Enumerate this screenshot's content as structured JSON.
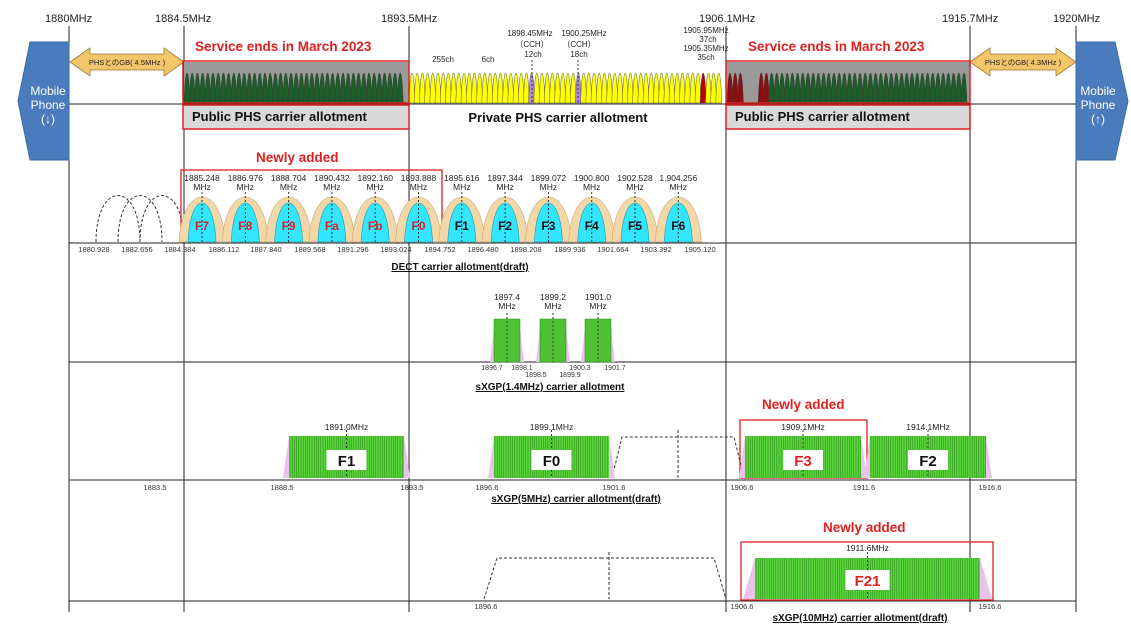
{
  "top_freqs": [
    "1880MHz",
    "1884.5MHz",
    "1893.5MHz",
    "1906.1MHz",
    "1915.7MHz",
    "1920MHz"
  ],
  "mobile_left": {
    "line1": "Mobile",
    "line2": "Phone",
    "line3": "(↓)"
  },
  "mobile_right": {
    "line1": "Mobile",
    "line2": "Phone",
    "line3": "(↑)"
  },
  "guard_left": "PHSとのGB( 4.5MHz )",
  "guard_right": "PHSとのGB( 4.3MHz )",
  "service_end_left": "Service ends in March 2023",
  "service_end_right": "Service ends in March 2023",
  "public_left": "Public PHS carrier allotment",
  "public_right": "Public PHS carrier allotment",
  "private": "Private PHS carrier allotment",
  "phs_channels": [
    {
      "label": "255ch"
    },
    {
      "label": "6ch"
    },
    {
      "freq": "1898.45MHz",
      "sub": "（CCH）",
      "ch": "12ch"
    },
    {
      "freq": "1900.25MHz",
      "sub": "（CCH）",
      "ch": "18ch"
    },
    {
      "freq": "1905.95MHz",
      "ch": "37ch"
    },
    {
      "freq": "1905.35MHz",
      "ch": "35ch"
    }
  ],
  "dect": {
    "newly_added": "Newly added",
    "carriers": [
      {
        "name": "F7",
        "freq": "1885.248",
        "unit": "MHz",
        "new": true
      },
      {
        "name": "F8",
        "freq": "1886.976",
        "unit": "MHz",
        "new": true
      },
      {
        "name": "F9",
        "freq": "1888.704",
        "unit": "MHz",
        "new": true
      },
      {
        "name": "Fa",
        "freq": "1890.432",
        "unit": "MHz",
        "new": true
      },
      {
        "name": "Fb",
        "freq": "1892.160",
        "unit": "MHz",
        "new": true
      },
      {
        "name": "F0",
        "freq": "1893.888",
        "unit": "MHz",
        "new": true
      },
      {
        "name": "F1",
        "freq": "1895.616",
        "unit": "MHz",
        "new": false
      },
      {
        "name": "F2",
        "freq": "1897.344",
        "unit": "MHz",
        "new": false
      },
      {
        "name": "F3",
        "freq": "1899.072",
        "unit": "MHz",
        "new": false
      },
      {
        "name": "F4",
        "freq": "1900.800",
        "unit": "MHz",
        "new": false
      },
      {
        "name": "F5",
        "freq": "1902.528",
        "unit": "MHz",
        "new": false
      },
      {
        "name": "F6",
        "freq": "1,904.256",
        "unit": "MHz",
        "new": false
      }
    ],
    "edges": [
      "1880.928",
      "1882.656",
      "1884.384",
      "1886.112",
      "1887.840",
      "1889.568",
      "1891.296",
      "1893.024",
      "1894.752",
      "1896.480",
      "1898.208",
      "1899.936",
      "1901.664",
      "1903.392",
      "1905.120"
    ],
    "caption": "DECT carrier allotment(draft)"
  },
  "sxgp14": {
    "carriers": [
      {
        "freq": "1897.4",
        "unit": "MHz"
      },
      {
        "freq": "1899.2",
        "unit": "MHz"
      },
      {
        "freq": "1901.0",
        "unit": "MHz"
      }
    ],
    "edges": [
      "1896.7",
      "1898.1",
      "1898.5",
      "1900.3",
      "1899.9",
      "1901.7"
    ],
    "caption": "sXGP(1.4MHz) carrier allotment"
  },
  "sxgp5": {
    "newly_added": "Newly added",
    "carriers": [
      {
        "name": "F1",
        "freq": "1891.0MHz",
        "new": false
      },
      {
        "name": "F0",
        "freq": "1899.1MHz",
        "new": false
      },
      {
        "name": "F3",
        "freq": "1909.1MHz",
        "new": true
      },
      {
        "name": "F2",
        "freq": "1914.1MHz",
        "new": false
      }
    ],
    "edges": [
      "1883.5",
      "1888.5",
      "1893.5",
      "1896.6",
      "1901.6",
      "1906.6",
      "1911.6",
      "1916.6"
    ],
    "caption": "sXGP(5MHz) carrier allotment(draft)"
  },
  "sxgp10": {
    "newly_added": "Newly added",
    "carrier": {
      "name": "F21",
      "freq": "1911.6MHz"
    },
    "edges": [
      "1896.6",
      "1906.6",
      "1916.6"
    ],
    "caption": "sXGP(10MHz) carrier allotment(draft)"
  },
  "colors": {
    "red": "#e02020",
    "phs_green": "#1e5c2a",
    "phs_yellow": "#ffff00",
    "dect_cyan": "#33e6ff",
    "dect_bell": "#f3d7a6",
    "sxgp_green": "#5ad43c",
    "arrow_blue": "#4a7bbd",
    "guard_orange": "#f4c56a"
  }
}
